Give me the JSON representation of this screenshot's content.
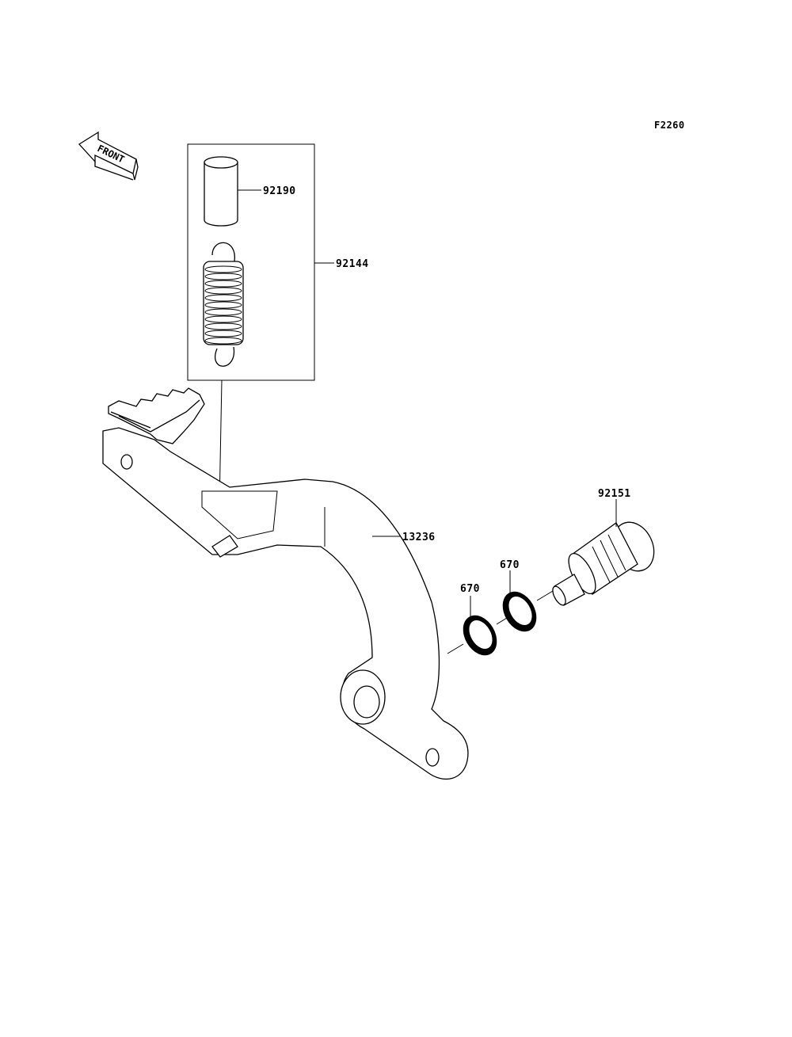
{
  "figure_code": "F2260",
  "front_arrow_label": "FRONT",
  "callouts": {
    "spring_collar": "92190",
    "spring_set": "92144",
    "brake_pedal": "13236",
    "pivot_bolt": "92151",
    "o_ring_inner": "670",
    "o_ring_outer": "670"
  }
}
